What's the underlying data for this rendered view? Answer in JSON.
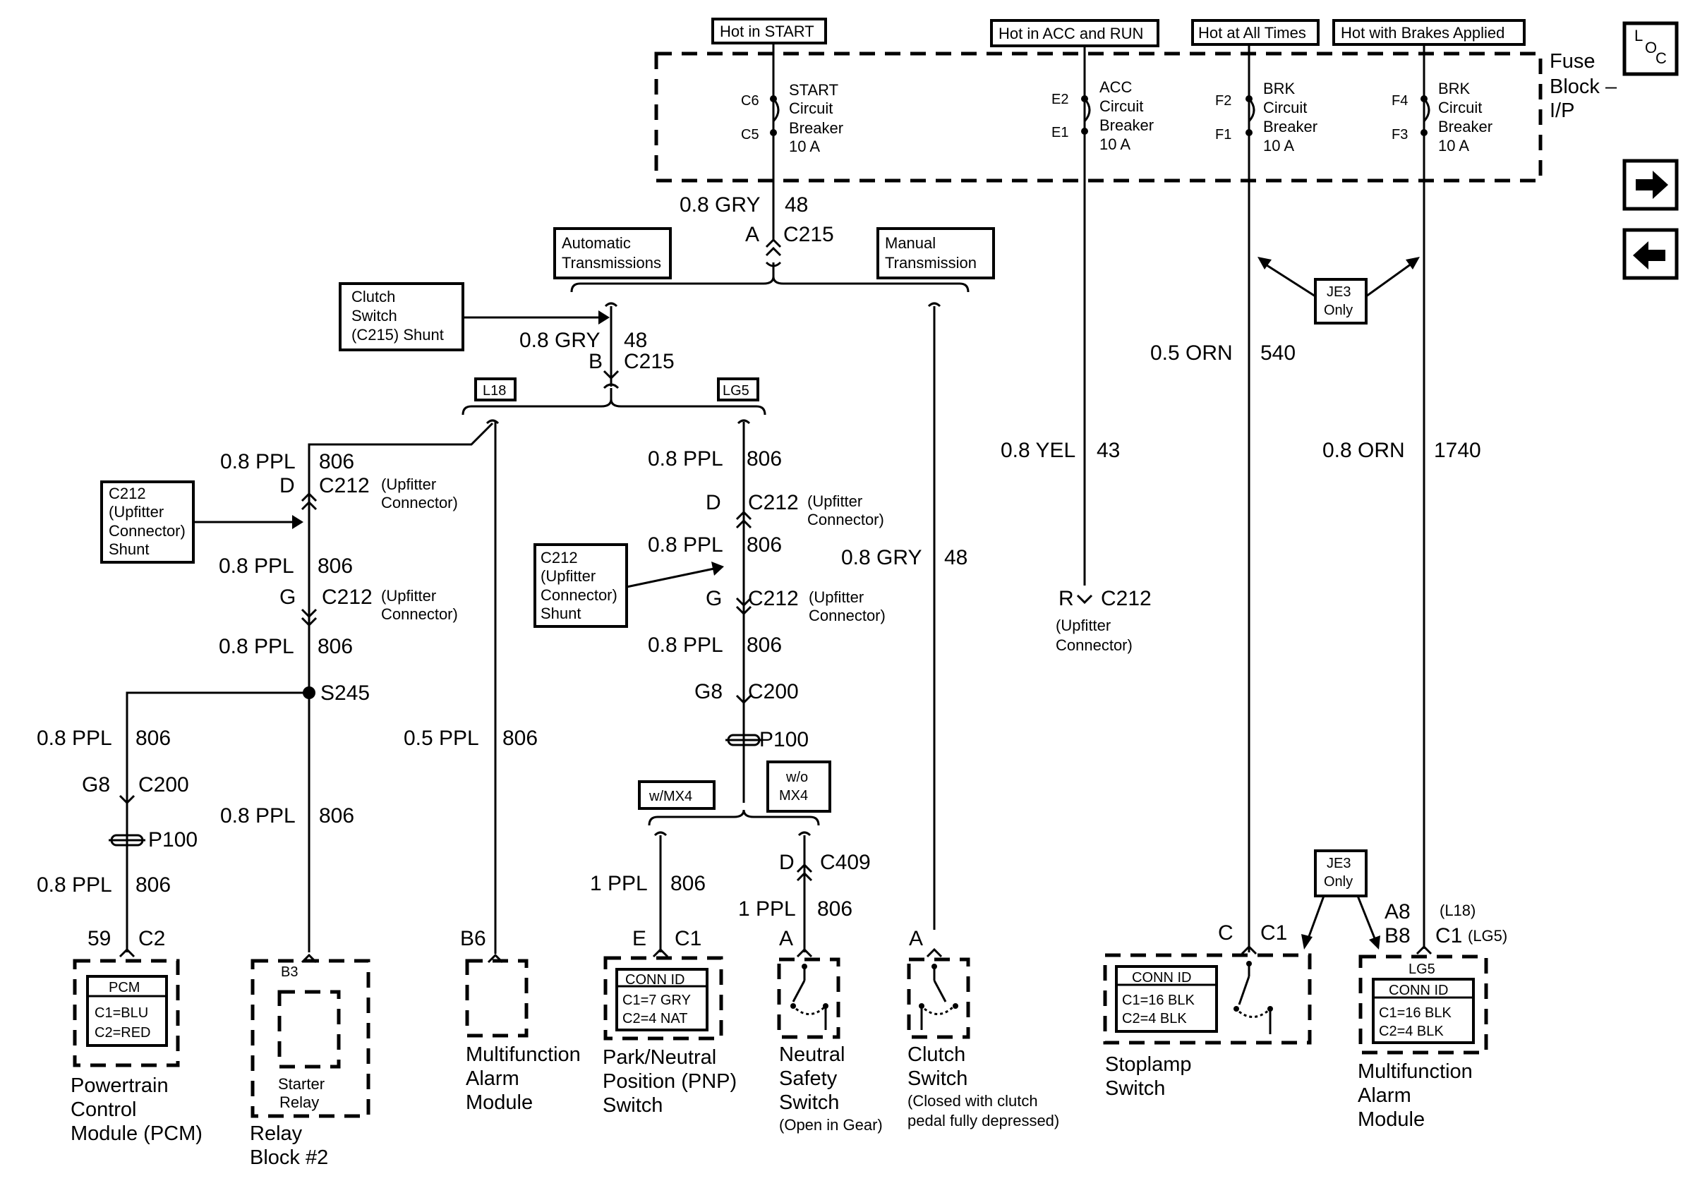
{
  "page_title": "Fuse Block – I/P starter, clutch and brake circuits",
  "nav": {
    "loc_l": "L",
    "loc_o": "O",
    "loc_c": "C",
    "next_arrow": "→",
    "prev_arrow": "←"
  },
  "fuse_block": {
    "label_1": "Fuse",
    "label_2": "Block –",
    "label_3": "I/P",
    "supplies": [
      "Hot in START",
      "Hot in ACC and RUN",
      "Hot at All Times",
      "Hot with Brakes Applied"
    ],
    "breakers": [
      {
        "top": "C6",
        "bottom": "C5",
        "l1": "START",
        "l2": "Circuit",
        "l3": "Breaker",
        "l4": "10 A"
      },
      {
        "top": "E2",
        "bottom": "E1",
        "l1": "ACC",
        "l2": "Circuit",
        "l3": "Breaker",
        "l4": "10 A"
      },
      {
        "top": "F2",
        "bottom": "F1",
        "l1": "BRK",
        "l2": "Circuit",
        "l3": "Breaker",
        "l4": "10 A"
      },
      {
        "top": "F4",
        "bottom": "F3",
        "l1": "BRK",
        "l2": "Circuit",
        "l3": "Breaker",
        "l4": "10 A"
      }
    ]
  },
  "options": {
    "auto_1": "Automatic",
    "auto_2": "Transmissions",
    "manual_1": "Manual",
    "manual_2": "Transmission",
    "l18": "L18",
    "lg5": "LG5",
    "wmx4": "w/MX4",
    "womx4_1": "w/o",
    "womx4_2": "MX4",
    "je3_1": "JE3",
    "je3_2": "Only"
  },
  "shunts": {
    "clutch": [
      "Clutch",
      "Switch",
      "(C215) Shunt"
    ],
    "c212": [
      "C212",
      "(Upfitter",
      "Connector)",
      "Shunt"
    ]
  },
  "wires": {
    "gry": "0.8 GRY",
    "ckt48": "48",
    "ppl": "0.8 PPL",
    "ckt806": "806",
    "ppl05": "0.5 PPL",
    "ppl1": "1 PPL",
    "yel": "0.8 YEL",
    "ckt43": "43",
    "orn05": "0.5 ORN",
    "ckt540": "540",
    "orn": "0.8 ORN",
    "ckt1740": "1740"
  },
  "connectors": {
    "A": "A",
    "B": "B",
    "C": "C",
    "D": "D",
    "E": "E",
    "G": "G",
    "R": "R",
    "G8": "G8",
    "B6": "B6",
    "B3": "B3",
    "A8": "A8",
    "B8": "B8",
    "pin59": "59",
    "C215": "C215",
    "C212": "C212",
    "C200": "C200",
    "C409": "C409",
    "C1": "C1",
    "C2": "C2",
    "P100": "P100",
    "S245": "S245",
    "upfitter_1": "(Upfitter",
    "upfitter_2": "Connector)",
    "upfitter_r1": "(Upfitter",
    "upfitter_r2": "Connector)",
    "l18_note": "(L18)",
    "lg5_note": "(LG5)"
  },
  "components": {
    "pcm": {
      "tag": "PCM",
      "c1": "C1=BLU",
      "c2": "C2=RED",
      "n1": "Powertrain",
      "n2": "Control",
      "n3": "Module (PCM)"
    },
    "relay": {
      "inner_1": "Starter",
      "inner_2": "Relay",
      "n1": "Relay",
      "n2": "Block #2"
    },
    "mfa_left": {
      "n1": "Multifunction",
      "n2": "Alarm",
      "n3": "Module"
    },
    "pnp": {
      "tag": "CONN ID",
      "c1": "C1=7 GRY",
      "c2": "C2=4 NAT",
      "n1": "Park/Neutral",
      "n2": "Position (PNP)",
      "n3": "Switch"
    },
    "nss": {
      "n1": "Neutral",
      "n2": "Safety",
      "n3": "Switch",
      "n4": "(Open in Gear)"
    },
    "clutch": {
      "n1": "Clutch",
      "n2": "Switch",
      "n3": "(Closed with clutch",
      "n4": "pedal fully depressed)"
    },
    "stoplamp": {
      "tag": "CONN ID",
      "c1": "C1=16 BLK",
      "c2": "C2=4 BLK",
      "n1": "Stoplamp",
      "n2": "Switch"
    },
    "mfa_right": {
      "opt": "LG5",
      "tag": "CONN ID",
      "c1": "C1=16 BLK",
      "c2": "C2=4 BLK",
      "n1": "Multifunction",
      "n2": "Alarm",
      "n3": "Module"
    }
  }
}
